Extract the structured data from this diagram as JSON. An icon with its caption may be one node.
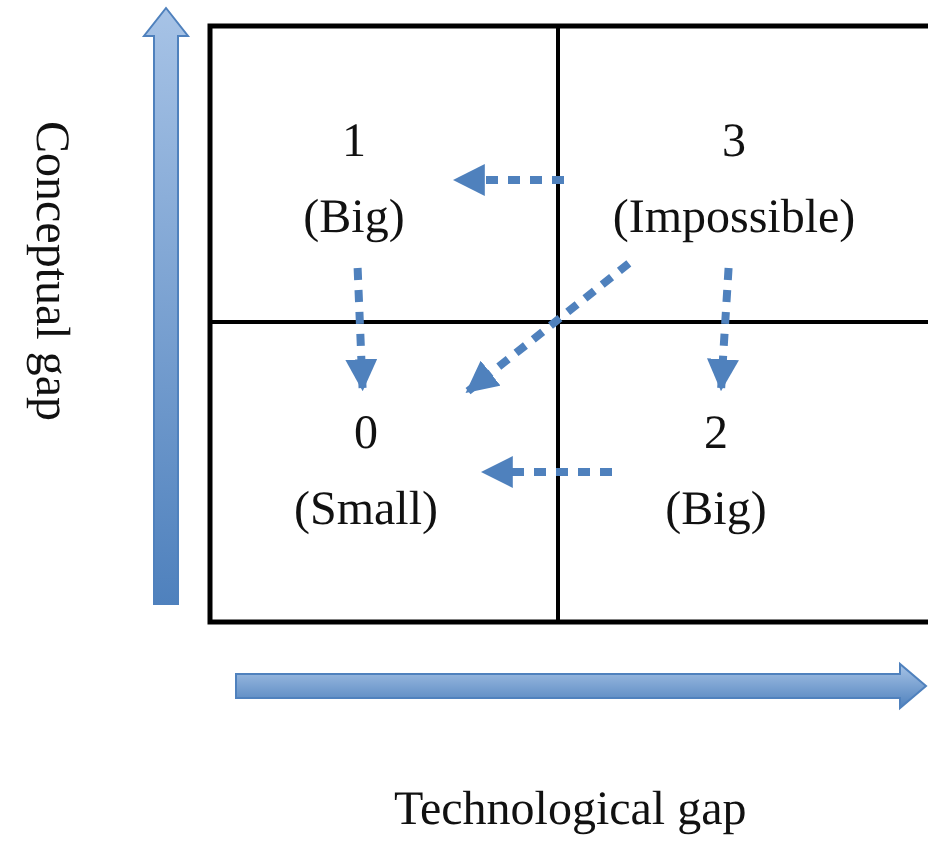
{
  "diagram": {
    "nodes": [
      {
        "text": [
          "1",
          "(Big)"
        ]
      },
      {
        "text": [
          "3",
          "(Impossible)"
        ]
      },
      {
        "text": [
          "0",
          "(Small)"
        ]
      },
      {
        "text": [
          "2",
          "(Big)"
        ]
      }
    ],
    "edges": [
      {
        "from": 1,
        "to": 0,
        "arrow": "to",
        "style": "dashed"
      },
      {
        "from": 0,
        "to": 2,
        "arrow": "to",
        "style": "dashed"
      },
      {
        "from": 1,
        "to": 2,
        "arrow": "to",
        "style": "dashed"
      },
      {
        "from": 1,
        "to": 3,
        "arrow": "to",
        "style": "dashed"
      },
      {
        "from": 3,
        "to": 2,
        "arrow": "to",
        "style": "dashed"
      }
    ],
    "labels": [
      "Conceptual gap",
      "Technological gap"
    ]
  }
}
